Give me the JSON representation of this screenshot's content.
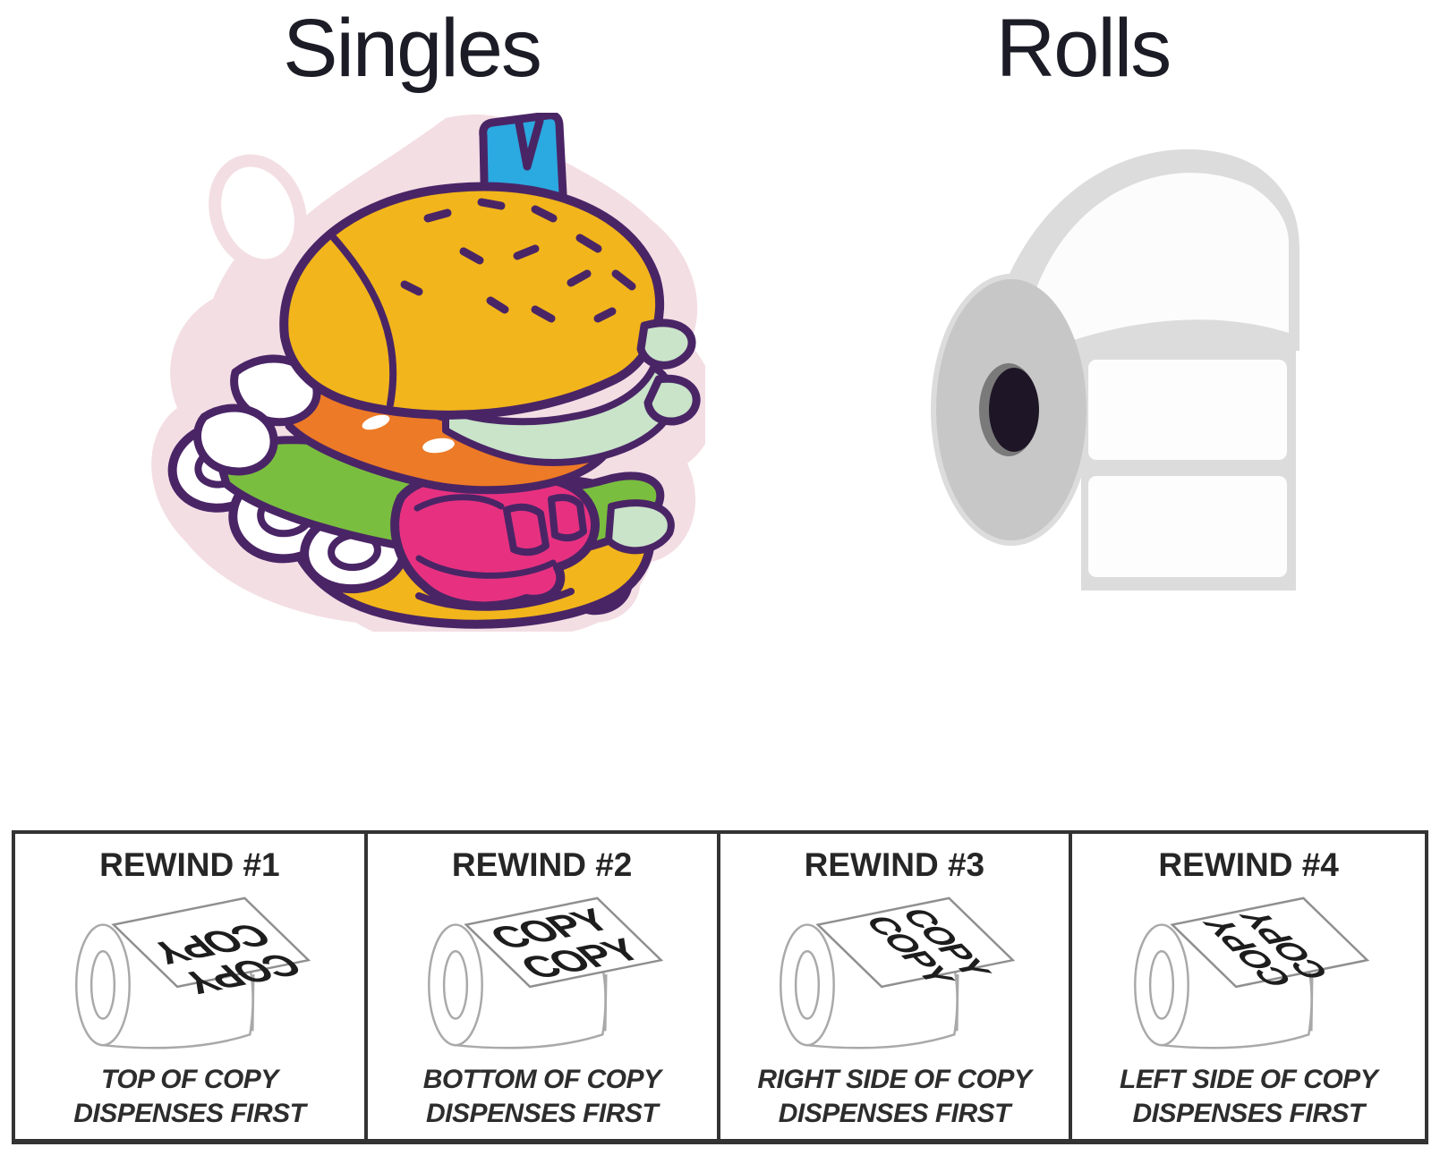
{
  "titles": {
    "singles": "Singles",
    "rolls": "Rolls"
  },
  "icons": {
    "singles": "sandwich-sticker-illustration",
    "rolls": "label-roll-illustration",
    "rewind_cells": "outlined-label-roll-with-copy-sheet-icon"
  },
  "rewind_table": {
    "copy_label": "COPY",
    "cells": [
      {
        "title": "REWIND #1",
        "orientation": "copy-inverted",
        "caption": [
          "TOP OF COPY",
          "DISPENSES FIRST"
        ]
      },
      {
        "title": "REWIND #2",
        "orientation": "copy-upright",
        "caption": [
          "BOTTOM OF COPY",
          "DISPENSES FIRST"
        ]
      },
      {
        "title": "REWIND #3",
        "orientation": "copy-rotated-cw",
        "caption": [
          "RIGHT SIDE OF COPY",
          "DISPENSES FIRST"
        ]
      },
      {
        "title": "REWIND #4",
        "orientation": "copy-rotated-ccw",
        "caption": [
          "LEFT SIDE OF COPY",
          "DISPENSES FIRST"
        ]
      }
    ]
  },
  "colors": {
    "title_text": "#1c1c26",
    "table_border": "#333333",
    "header_text": "#262626",
    "caption_text": "#2d2d2d",
    "sticker_outline_purple": "#4a2566",
    "sticker_halo_pink": "#f3dee4",
    "bun_yellow": "#f2b51b",
    "sauce_orange": "#ed7a26",
    "lettuce_green": "#7abe3f",
    "mint_green": "#c9e4c9",
    "ham_pink": "#e73180",
    "pick_blue": "#2ba9e1",
    "roll_face_gray": "#c7c7c7",
    "roll_liner_gray": "#dcdcdc",
    "roll_core_dark": "#1e1526",
    "icon_outline_gray": "#a9a9a9"
  }
}
